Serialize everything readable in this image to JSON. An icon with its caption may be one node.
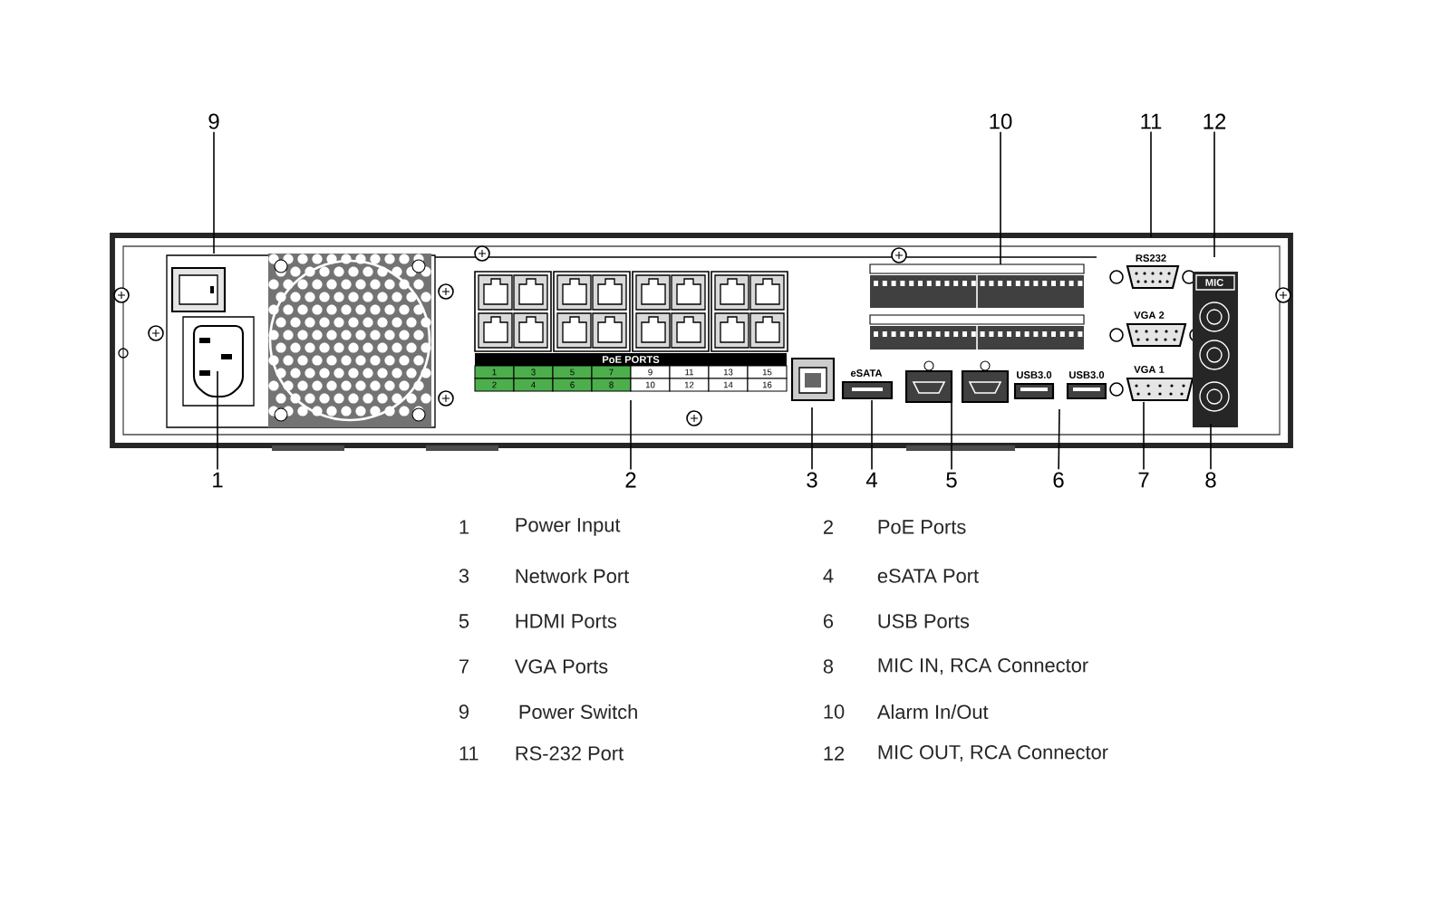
{
  "diagram": {
    "nodes": [
      {
        "text": [
          "9"
        ]
      },
      {
        "text": [
          "10"
        ]
      },
      {
        "text": [
          "11"
        ]
      },
      {
        "text": [
          "12"
        ]
      },
      {
        "text": [
          "1"
        ]
      },
      {
        "text": [
          "2"
        ]
      },
      {
        "text": [
          "3"
        ]
      },
      {
        "text": [
          "4"
        ]
      },
      {
        "text": [
          "5"
        ]
      },
      {
        "text": [
          "6"
        ]
      },
      {
        "text": [
          "7"
        ]
      },
      {
        "text": [
          "8"
        ]
      }
    ],
    "edges": [
      {
        "from": 0,
        "to": null,
        "arrow": "none"
      },
      {
        "from": 1,
        "to": null,
        "arrow": "none"
      },
      {
        "from": 2,
        "to": null,
        "arrow": "none"
      },
      {
        "from": 3,
        "to": null,
        "arrow": "none"
      },
      {
        "from": 4,
        "to": null,
        "arrow": "none"
      },
      {
        "from": 5,
        "to": null,
        "arrow": "none"
      },
      {
        "from": 6,
        "to": null,
        "arrow": "none"
      },
      {
        "from": 7,
        "to": null,
        "arrow": "none"
      },
      {
        "from": 8,
        "to": null,
        "arrow": "none"
      },
      {
        "from": 9,
        "to": null,
        "arrow": "none"
      },
      {
        "from": 10,
        "to": null,
        "arrow": "none"
      },
      {
        "from": 11,
        "to": null,
        "arrow": "none"
      }
    ],
    "labels": [
      "RS232",
      "MIC",
      "VGA 2",
      "PoE PORTS",
      "1",
      "3",
      "5",
      "7",
      "9",
      "11",
      "13",
      "15",
      "2",
      "4",
      "6",
      "8",
      "10",
      "12",
      "14",
      "16",
      "VGA 1",
      "eSATA",
      "USB3.0",
      "USB3.0",
      "1",
      "Power Input",
      "2",
      "PoE Ports",
      "3",
      "Network Port",
      "4",
      "eSATA Port",
      "5",
      "HDMI Ports",
      "6",
      "USB Ports",
      "7",
      "VGA Ports",
      "8",
      "MIC IN, RCA Connector",
      "9",
      "Power Switch",
      "10",
      "Alarm In/Out",
      "11",
      "RS-232 Port",
      "12",
      "MIC OUT, RCA Connector"
    ]
  }
}
